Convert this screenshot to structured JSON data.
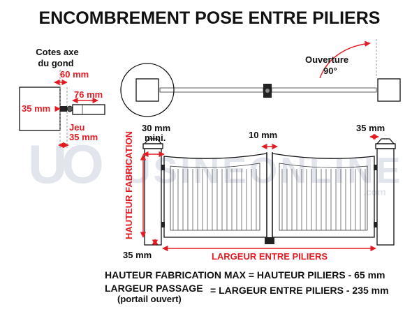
{
  "title": "ENCOMBREMENT POSE ENTRE PILIERS",
  "colors": {
    "accent": "#e31c24",
    "ink": "#111111",
    "watermark": "#dfe3ea"
  },
  "detail": {
    "label_line1": "Cotes axe",
    "label_line2": "du gond",
    "dim_60": "60 mm",
    "dim_76": "76 mm",
    "dim_35_left": "35 mm",
    "jeu_label": "Jeu",
    "jeu_value": "35 mm"
  },
  "top_view": {
    "opening_label": "Ouverture",
    "opening_angle": "90°"
  },
  "elevation": {
    "dim_30": "30 mm",
    "dim_30_sub": "mini.",
    "dim_10": "10 mm",
    "dim_35_right": "35 mm",
    "dim_35_bottom": "35 mm",
    "height_label": "HAUTEUR FABRICATION",
    "width_label": "LARGEUR ENTRE PILIERS"
  },
  "watermark": {
    "text": "USINEONLINE",
    "sub": ".com"
  },
  "formulas": {
    "line1": "HAUTEUR FABRICATION MAX = HAUTEUR PILIERS - 65 mm",
    "line2_left": "LARGEUR PASSAGE",
    "line2_right": "= LARGEUR ENTRE PILIERS - 235 mm",
    "line2_note": "(portail ouvert)"
  }
}
